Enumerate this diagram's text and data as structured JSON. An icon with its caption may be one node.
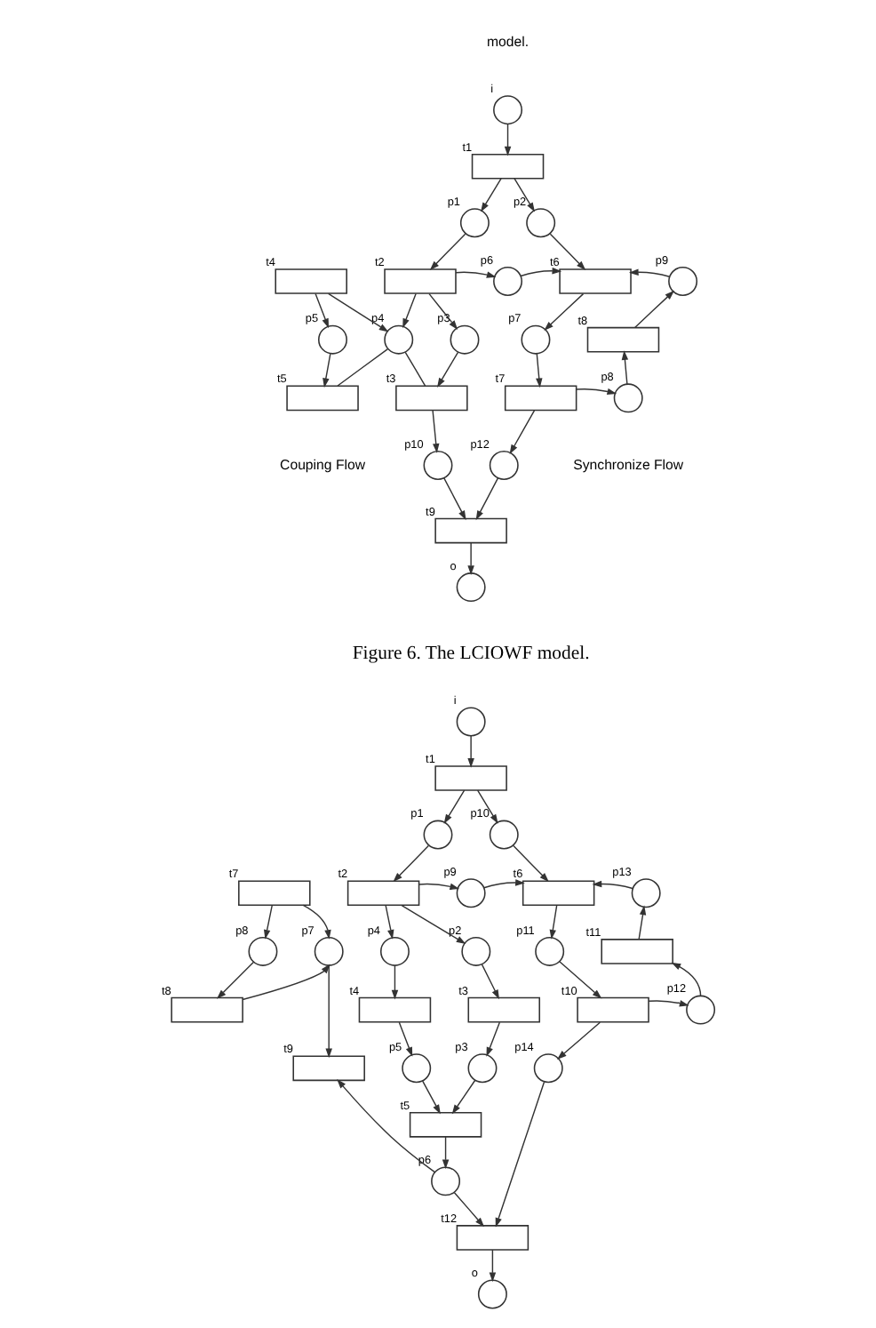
{
  "diagram": {
    "nodes": [
      {
        "text": [],
        "shape": "circle",
        "beside": [
          "i"
        ]
      },
      {
        "text": [],
        "shape": "box",
        "beside": [
          "t1"
        ]
      },
      {
        "text": [],
        "shape": "circle",
        "beside": [
          "p1"
        ]
      },
      {
        "text": [],
        "shape": "circle",
        "beside": [
          "p2"
        ]
      },
      {
        "text": [],
        "shape": "box",
        "beside": [
          "t4"
        ]
      },
      {
        "text": [],
        "shape": "box",
        "beside": [
          "t2"
        ]
      },
      {
        "text": [],
        "shape": "circle",
        "beside": [
          "p6"
        ]
      },
      {
        "text": [],
        "shape": "box",
        "beside": [
          "t6"
        ]
      },
      {
        "text": [],
        "shape": "circle",
        "beside": [
          "p9"
        ]
      },
      {
        "text": [],
        "shape": "circle",
        "beside": [
          "p5"
        ]
      },
      {
        "text": [],
        "shape": "circle",
        "beside": [
          "p4"
        ]
      },
      {
        "text": [],
        "shape": "circle",
        "beside": [
          "p3"
        ]
      },
      {
        "text": [],
        "shape": "circle",
        "beside": [
          "p7"
        ]
      },
      {
        "text": [],
        "shape": "box",
        "beside": [
          "t8"
        ]
      },
      {
        "text": [],
        "shape": "box",
        "beside": [
          "t5"
        ]
      },
      {
        "text": [],
        "shape": "box",
        "beside": [
          "t3"
        ]
      },
      {
        "text": [],
        "shape": "box",
        "beside": [
          "t7"
        ]
      },
      {
        "text": [],
        "shape": "circle",
        "beside": [
          "p8"
        ]
      },
      {
        "text": [],
        "shape": "circle",
        "beside": [
          "p10"
        ]
      },
      {
        "text": [],
        "shape": "circle",
        "beside": [
          "p12"
        ]
      },
      {
        "text": [],
        "shape": "box",
        "beside": [
          "t9"
        ]
      },
      {
        "text": [],
        "shape": "circle",
        "beside": [
          "o"
        ]
      },
      {
        "text": [],
        "shape": "circle",
        "beside": [
          "i"
        ]
      },
      {
        "text": [],
        "shape": "box",
        "beside": [
          "t1"
        ]
      },
      {
        "text": [],
        "shape": "circle",
        "beside": [
          "p1"
        ]
      },
      {
        "text": [],
        "shape": "circle",
        "beside": [
          "p10"
        ]
      },
      {
        "text": [],
        "shape": "box",
        "beside": [
          "t7"
        ]
      },
      {
        "text": [],
        "shape": "box",
        "beside": [
          "t2"
        ]
      },
      {
        "text": [],
        "shape": "circle",
        "beside": [
          "p9"
        ]
      },
      {
        "text": [],
        "shape": "box",
        "beside": [
          "t6"
        ]
      },
      {
        "text": [],
        "shape": "circle",
        "beside": [
          "p13"
        ]
      },
      {
        "text": [],
        "shape": "circle",
        "beside": [
          "p8"
        ]
      },
      {
        "text": [],
        "shape": "circle",
        "beside": [
          "p7"
        ]
      },
      {
        "text": [],
        "shape": "circle",
        "beside": [
          "p4"
        ]
      },
      {
        "text": [],
        "shape": "circle",
        "beside": [
          "p2"
        ]
      },
      {
        "text": [],
        "shape": "circle",
        "beside": [
          "p11"
        ]
      },
      {
        "text": [],
        "shape": "box",
        "beside": [
          "t11"
        ]
      },
      {
        "text": [],
        "shape": "box",
        "beside": [
          "t8"
        ]
      },
      {
        "text": [],
        "shape": "box",
        "beside": [
          "t4"
        ]
      },
      {
        "text": [],
        "shape": "box",
        "beside": [
          "t3"
        ]
      },
      {
        "text": [],
        "shape": "box",
        "beside": [
          "t10"
        ]
      },
      {
        "text": [],
        "shape": "circle",
        "beside": [
          "p12"
        ]
      },
      {
        "text": [],
        "shape": "circle",
        "beside": [
          "p5"
        ]
      },
      {
        "text": [],
        "shape": "circle",
        "beside": [
          "p3"
        ]
      },
      {
        "text": [],
        "shape": "circle",
        "beside": [
          "p14"
        ]
      },
      {
        "text": [],
        "shape": "box",
        "beside": [
          "t9"
        ]
      },
      {
        "text": [],
        "shape": "box",
        "beside": [
          "t5"
        ]
      },
      {
        "text": [],
        "shape": "circle",
        "beside": [
          "p6"
        ]
      },
      {
        "text": [],
        "shape": "box",
        "beside": [
          "t12"
        ]
      },
      {
        "text": [],
        "shape": "circle",
        "beside": [
          "o"
        ]
      }
    ],
    "edges": [
      {
        "from": 0,
        "to": 1,
        "arrow": "to"
      },
      {
        "from": 1,
        "to": 2,
        "arrow": "to"
      },
      {
        "from": 1,
        "to": 3,
        "arrow": "to"
      },
      {
        "from": 2,
        "to": 5,
        "arrow": "to"
      },
      {
        "from": 3,
        "to": 7,
        "arrow": "to"
      },
      {
        "from": 4,
        "to": 10,
        "arrow": "to"
      },
      {
        "from": 5,
        "to": 10,
        "arrow": "to"
      },
      {
        "from": 5,
        "to": 6,
        "arrow": "to"
      },
      {
        "from": 6,
        "to": 7,
        "arrow": "to"
      },
      {
        "from": 8,
        "to": 7,
        "arrow": "to"
      },
      {
        "from": 4,
        "to": 9,
        "arrow": "to"
      },
      {
        "from": 9,
        "to": 14,
        "arrow": "to"
      },
      {
        "from": 5,
        "to": 11,
        "arrow": "to"
      },
      {
        "from": 11,
        "to": 15,
        "arrow": "to"
      },
      {
        "from": 10,
        "to": 14,
        "arrow": "none"
      },
      {
        "from": 10,
        "to": 15,
        "arrow": "none"
      },
      {
        "from": 7,
        "to": 12,
        "arrow": "to"
      },
      {
        "from": 12,
        "to": 16,
        "arrow": "to"
      },
      {
        "from": 16,
        "to": 17,
        "arrow": "to"
      },
      {
        "from": 17,
        "to": 13,
        "arrow": "to"
      },
      {
        "from": 13,
        "to": 8,
        "arrow": "to"
      },
      {
        "from": 15,
        "to": 18,
        "arrow": "to"
      },
      {
        "from": 16,
        "to": 19,
        "arrow": "to"
      },
      {
        "from": 18,
        "to": 20,
        "arrow": "to"
      },
      {
        "from": 19,
        "to": 20,
        "arrow": "to"
      },
      {
        "from": 20,
        "to": 21,
        "arrow": "to"
      },
      {
        "from": 22,
        "to": 23,
        "arrow": "to"
      },
      {
        "from": 23,
        "to": 24,
        "arrow": "to"
      },
      {
        "from": 23,
        "to": 25,
        "arrow": "to"
      },
      {
        "from": 24,
        "to": 27,
        "arrow": "to"
      },
      {
        "from": 25,
        "to": 29,
        "arrow": "to"
      },
      {
        "from": 27,
        "to": 28,
        "arrow": "to"
      },
      {
        "from": 28,
        "to": 29,
        "arrow": "to"
      },
      {
        "from": 30,
        "to": 29,
        "arrow": "to"
      },
      {
        "from": 26,
        "to": 31,
        "arrow": "to"
      },
      {
        "from": 31,
        "to": 37,
        "arrow": "to"
      },
      {
        "from": 26,
        "to": 32,
        "arrow": "to"
      },
      {
        "from": 37,
        "to": 32,
        "arrow": "to"
      },
      {
        "from": 32,
        "to": 45,
        "arrow": "to"
      },
      {
        "from": 27,
        "to": 33,
        "arrow": "to"
      },
      {
        "from": 27,
        "to": 34,
        "arrow": "to"
      },
      {
        "from": 33,
        "to": 38,
        "arrow": "to"
      },
      {
        "from": 34,
        "to": 39,
        "arrow": "to"
      },
      {
        "from": 38,
        "to": 42,
        "arrow": "to"
      },
      {
        "from": 39,
        "to": 43,
        "arrow": "to"
      },
      {
        "from": 42,
        "to": 46,
        "arrow": "to"
      },
      {
        "from": 43,
        "to": 46,
        "arrow": "to"
      },
      {
        "from": 46,
        "to": 47,
        "arrow": "to"
      },
      {
        "from": 29,
        "to": 35,
        "arrow": "to"
      },
      {
        "from": 35,
        "to": 40,
        "arrow": "to"
      },
      {
        "from": 40,
        "to": 44,
        "arrow": "to"
      },
      {
        "from": 40,
        "to": 41,
        "arrow": "to"
      },
      {
        "from": 41,
        "to": 36,
        "arrow": "to"
      },
      {
        "from": 36,
        "to": 30,
        "arrow": "to"
      },
      {
        "from": 44,
        "to": 48,
        "arrow": "to"
      },
      {
        "from": 47,
        "to": 45,
        "arrow": "to"
      },
      {
        "from": 47,
        "to": 48,
        "arrow": "to"
      },
      {
        "from": 48,
        "to": 49,
        "arrow": "to"
      }
    ],
    "labels": [
      "model.",
      "Couping Flow",
      "Synchronize Flow",
      "Figure 6. The LCIOWF model."
    ]
  }
}
